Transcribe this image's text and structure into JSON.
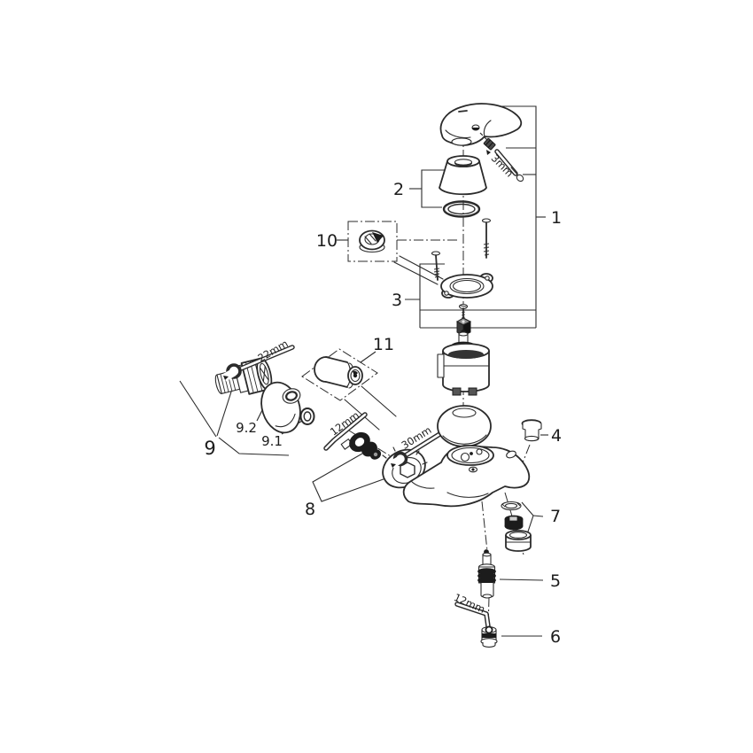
{
  "diagram": {
    "description": "Exploded parts diagram of a wall-mounted single-lever bath mixer faucet",
    "colors": {
      "line": "#2b2b2b",
      "background": "#ffffff",
      "dark_fill": "#1c1c1c"
    },
    "labels": {
      "part1": "1",
      "part2": "2",
      "part3": "3",
      "part4": "4",
      "part5": "5",
      "part6": "6",
      "part7": "7",
      "part8": "8",
      "part9": "9",
      "part9_1": "9.1",
      "part9_2": "9.2",
      "part10": "10",
      "part11": "11"
    },
    "tools": {
      "allen_3mm": "3mm",
      "wrench_22mm": "22mm",
      "allen_12mm_upper": "12mm",
      "wrench_30mm": "30mm",
      "allen_12mm_lower": "12mm"
    }
  }
}
